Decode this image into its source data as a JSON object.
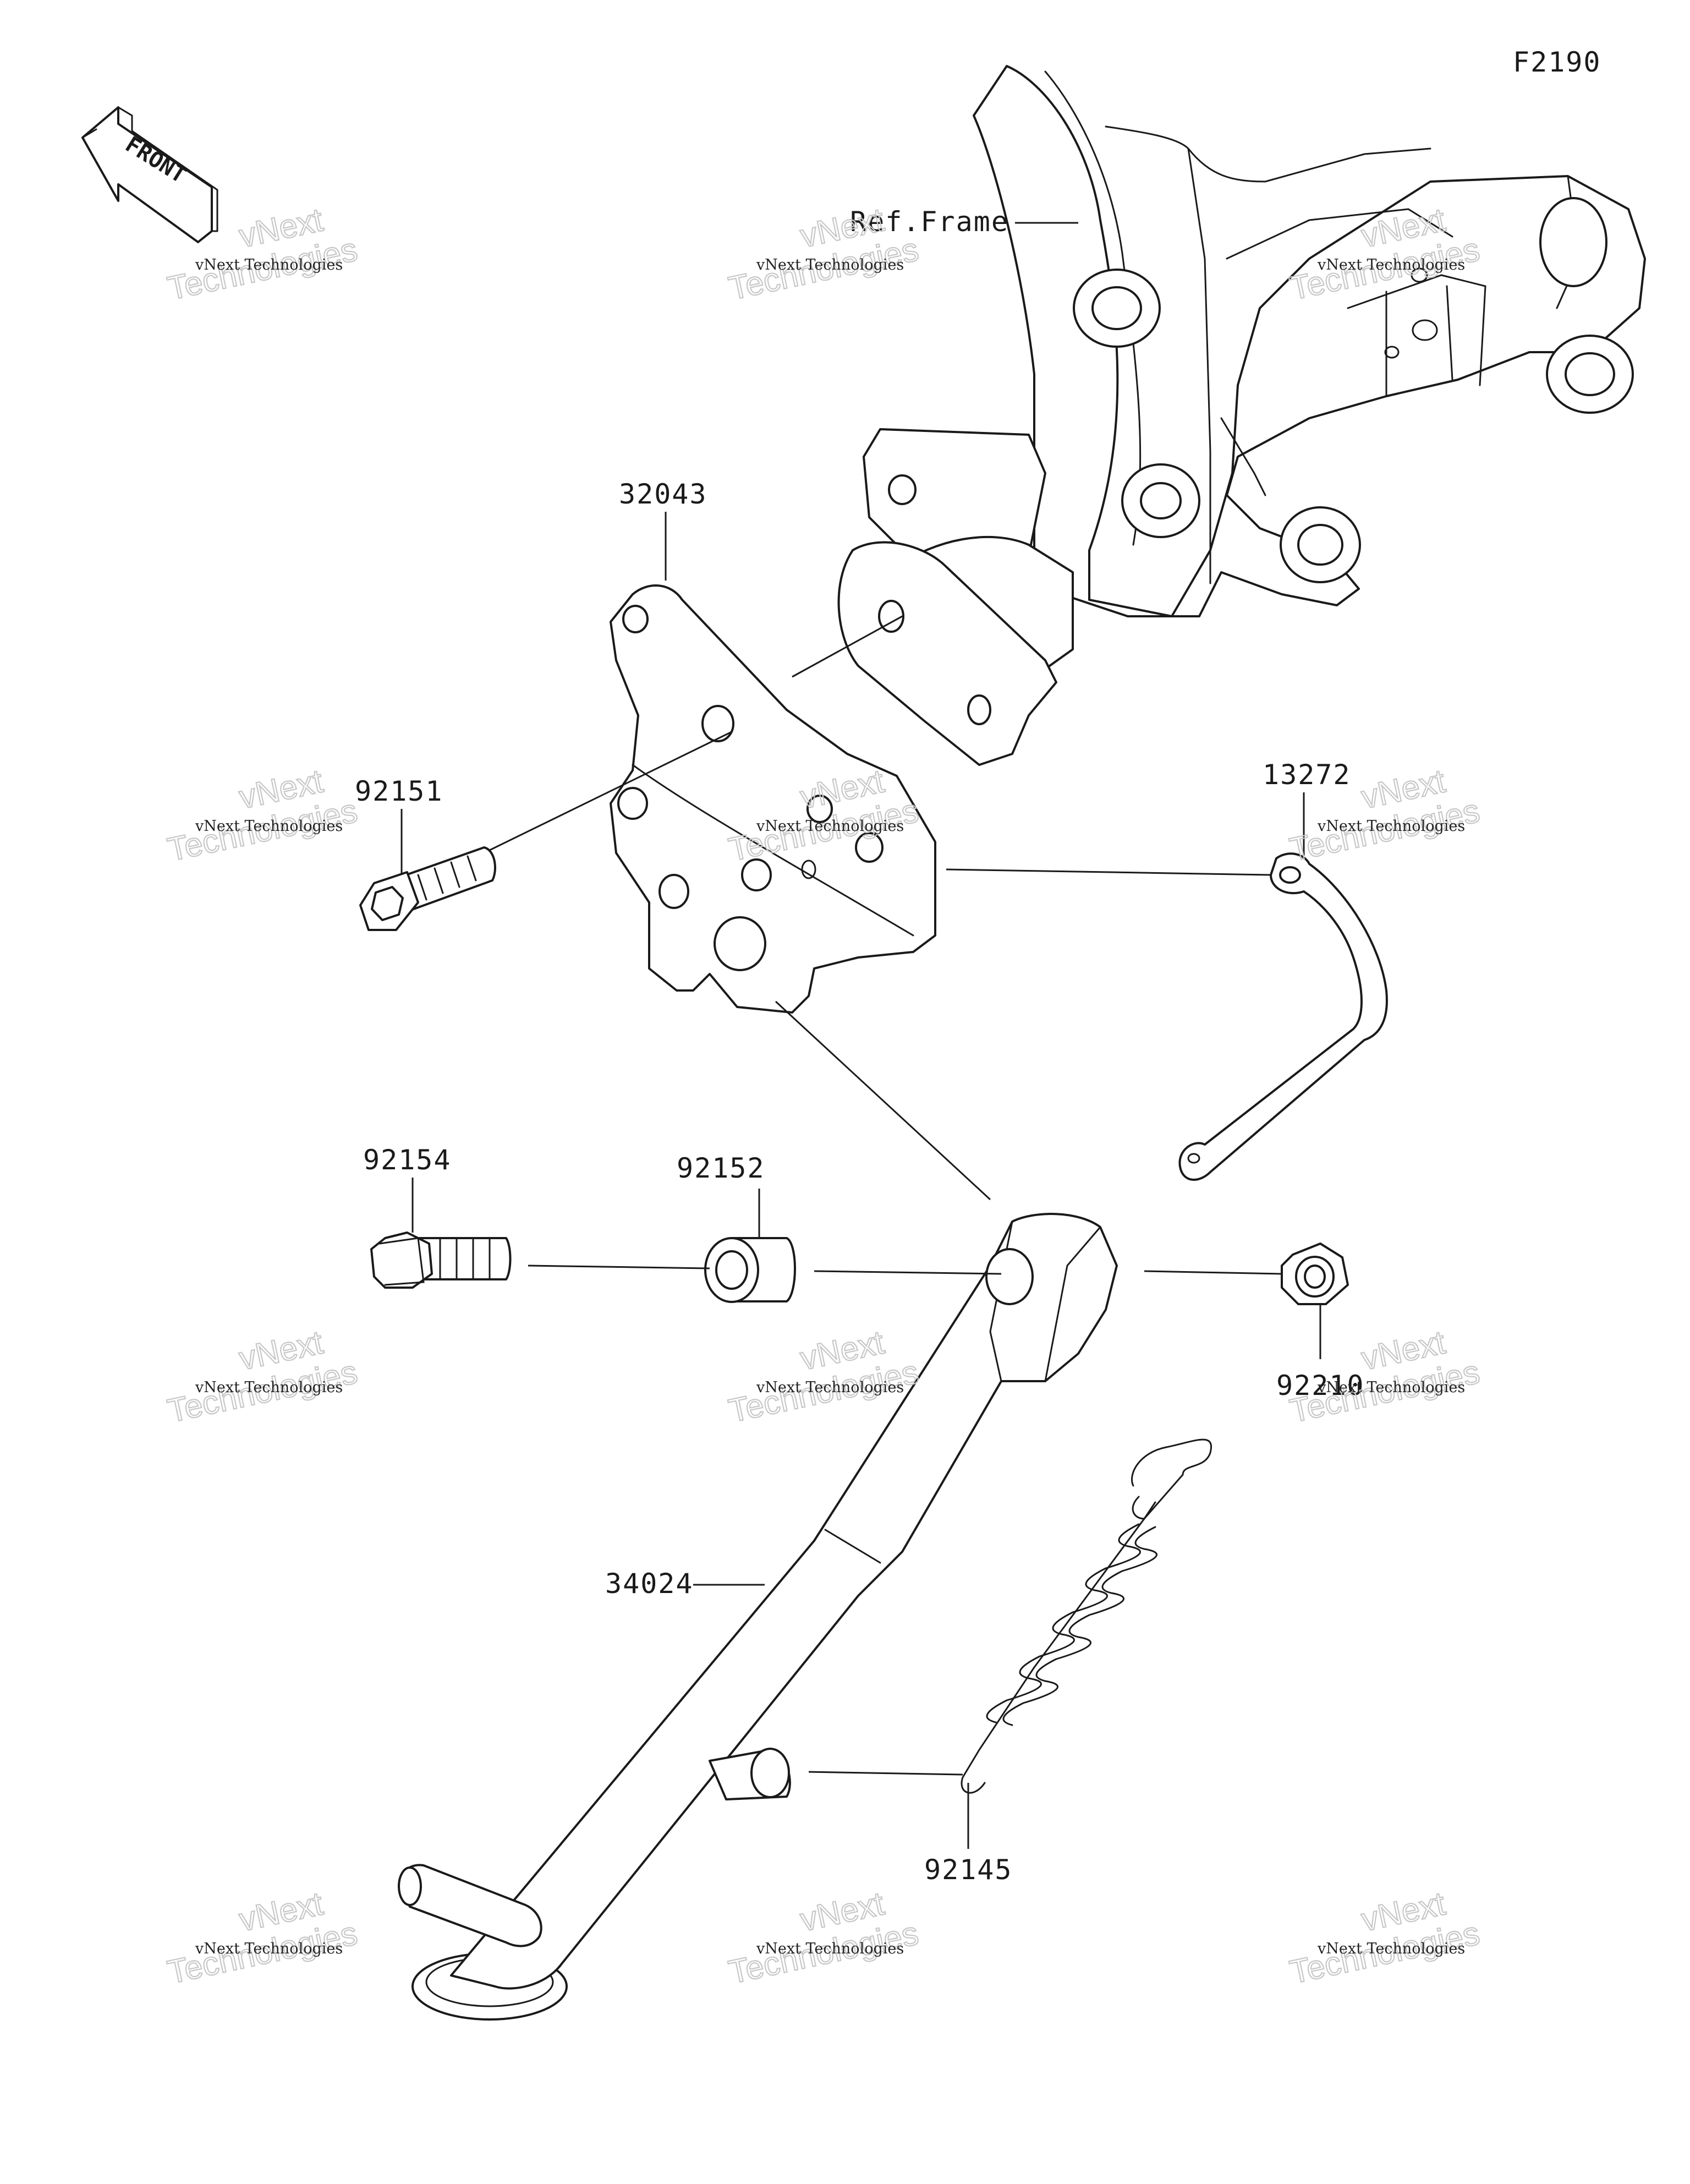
{
  "figure_code": "F2190",
  "front_label": "FRONT",
  "reference_label": "Ref.Frame",
  "parts": [
    {
      "number": "32043"
    },
    {
      "number": "92151"
    },
    {
      "number": "13272"
    },
    {
      "number": "92154"
    },
    {
      "number": "92152"
    },
    {
      "number": "92210"
    },
    {
      "number": "34024"
    },
    {
      "number": "92145"
    }
  ],
  "watermark": {
    "company": "vNext Technologies",
    "outline_top": "vNext",
    "outline_bottom": "Technologies"
  }
}
